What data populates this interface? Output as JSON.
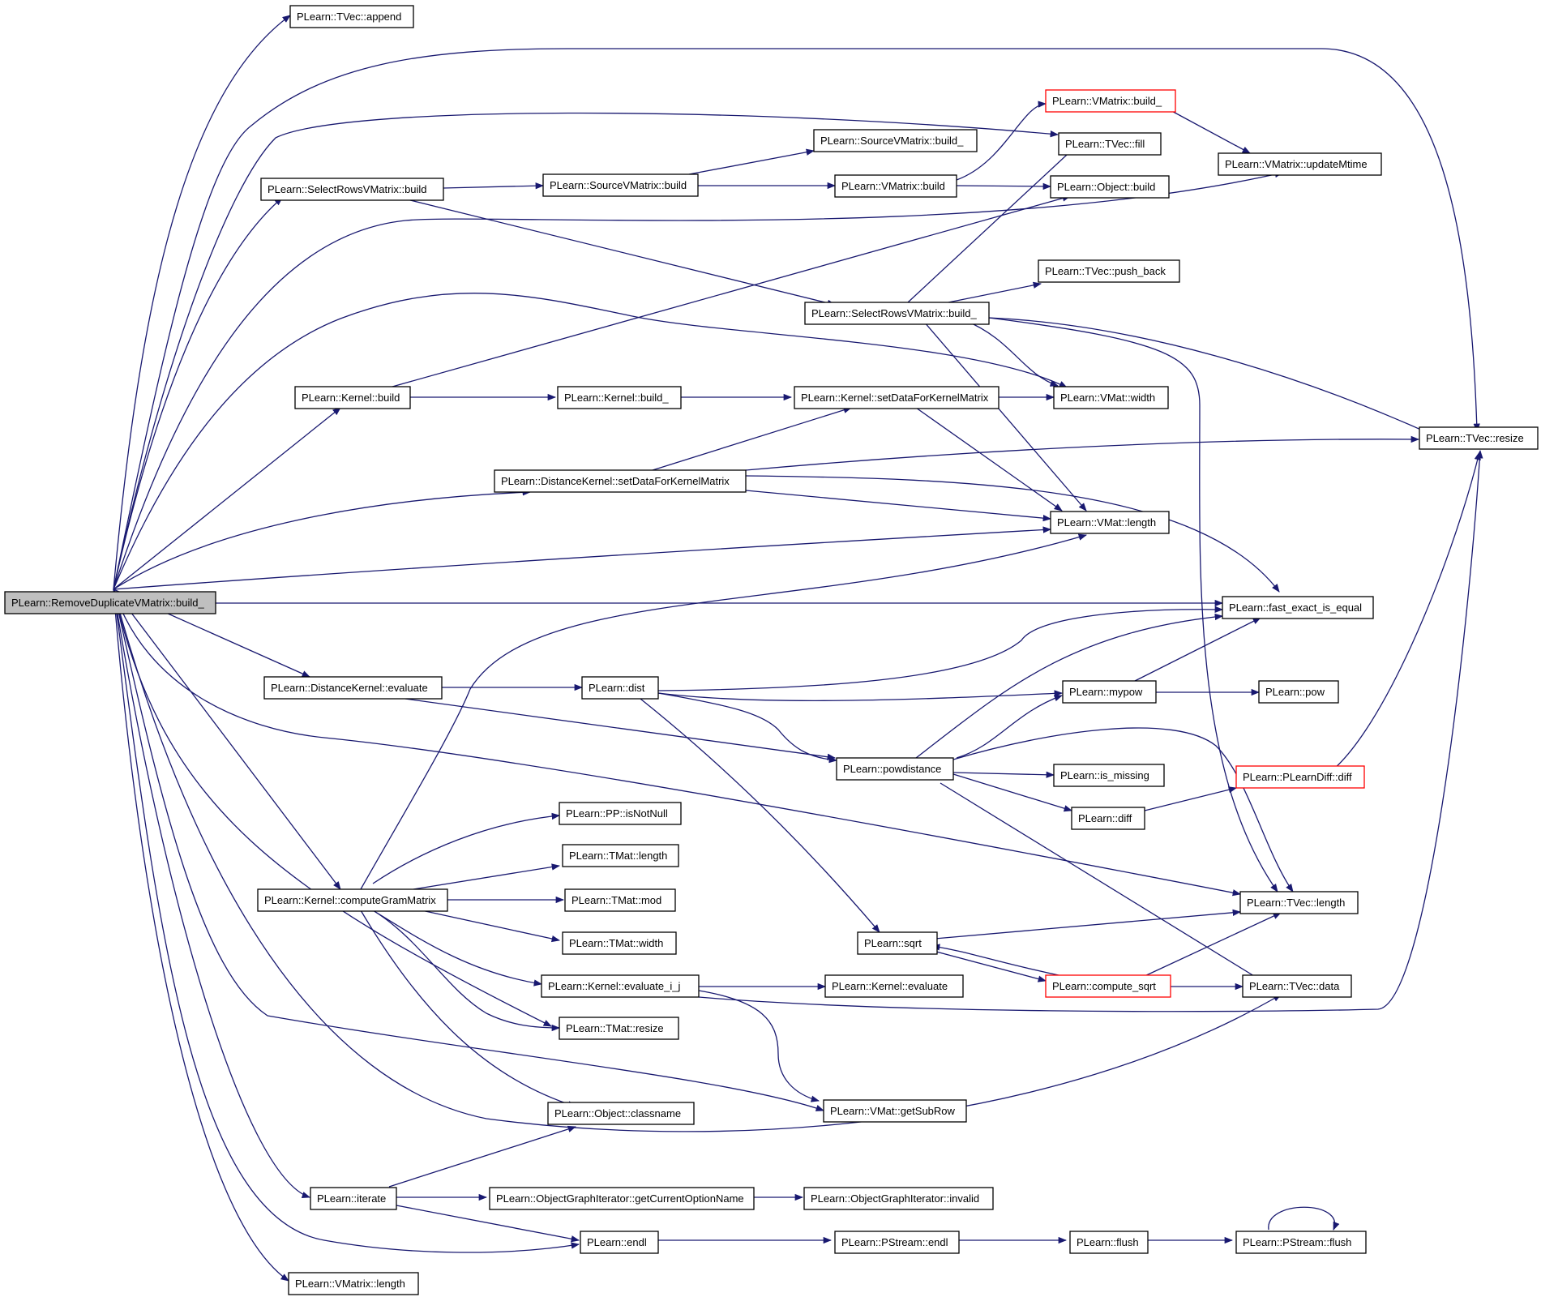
{
  "colors": {
    "edge": "#191970",
    "root_fill": "#bfbfbf",
    "truncated_border": "#ff0000"
  },
  "nodes": {
    "n0": "PLearn::RemoveDuplicateVMatrix::build_",
    "n1": "PLearn::TVec::append",
    "n2": "PLearn::SelectRowsVMatrix::build",
    "n3": "PLearn::SourceVMatrix::build",
    "n4": "PLearn::SourceVMatrix::build_",
    "n5": "PLearn::VMatrix::build",
    "n6": "PLearn::VMatrix::build_",
    "n7": "PLearn::TVec::fill",
    "n8": "PLearn::Object::build",
    "n9": "PLearn::VMatrix::updateMtime",
    "n10": "PLearn::TVec::push_back",
    "n11": "PLearn::SelectRowsVMatrix::build_",
    "n12": "PLearn::Kernel::build",
    "n13": "PLearn::Kernel::build_",
    "n14": "PLearn::Kernel::setDataForKernelMatrix",
    "n15": "PLearn::VMat::width",
    "n16": "PLearn::TVec::resize",
    "n17": "PLearn::DistanceKernel::setDataForKernelMatrix",
    "n18": "PLearn::VMat::length",
    "n19": "PLearn::fast_exact_is_equal",
    "n20": "PLearn::DistanceKernel::evaluate",
    "n21": "PLearn::dist",
    "n22": "PLearn::mypow",
    "n23": "PLearn::pow",
    "n24": "PLearn::powdistance",
    "n25": "PLearn::is_missing",
    "n26": "PLearn::PLearnDiff::diff",
    "n27": "PLearn::diff",
    "n28": "PLearn::PP::isNotNull",
    "n29": "PLearn::TMat::length",
    "n30": "PLearn::Kernel::computeGramMatrix",
    "n31": "PLearn::TMat::mod",
    "n32": "PLearn::TVec::length",
    "n33": "PLearn::TMat::width",
    "n34": "PLearn::sqrt",
    "n35": "PLearn::Kernel::evaluate_i_j",
    "n36": "PLearn::Kernel::evaluate",
    "n37": "PLearn::compute_sqrt",
    "n38": "PLearn::TVec::data",
    "n39": "PLearn::TMat::resize",
    "n40": "PLearn::VMat::getSubRow",
    "n41": "PLearn::Object::classname",
    "n42": "PLearn::iterate",
    "n43": "PLearn::ObjectGraphIterator::getCurrentOptionName",
    "n44": "PLearn::ObjectGraphIterator::invalid",
    "n45": "PLearn::endl",
    "n46": "PLearn::PStream::endl",
    "n47": "PLearn::flush",
    "n48": "PLearn::PStream::flush",
    "n49": "PLearn::VMatrix::length"
  }
}
